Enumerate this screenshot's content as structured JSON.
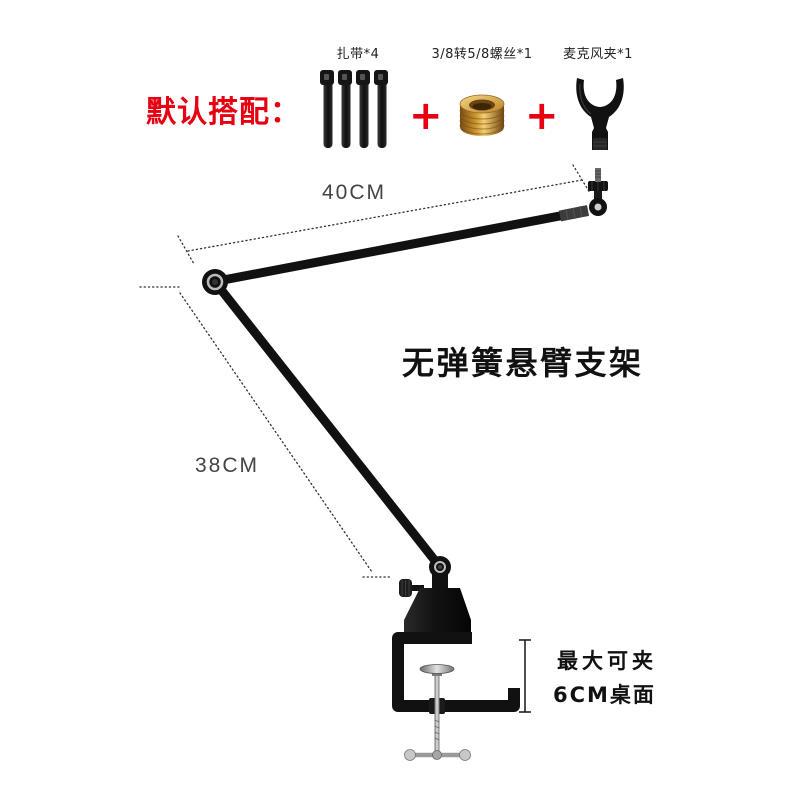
{
  "accessories": {
    "label": "默认搭配：",
    "plus": "+",
    "items": [
      {
        "name": "扎带*4",
        "icon": "cable-ties-icon"
      },
      {
        "name": "3/8转5/8螺丝*1",
        "icon": "screw-adapter-icon"
      },
      {
        "name": "麦克风夹*1",
        "icon": "mic-clip-icon"
      }
    ]
  },
  "dimensions": {
    "upper_arm": "40CM",
    "lower_arm": "38CM"
  },
  "product": {
    "title": "无弹簧悬臂支架"
  },
  "clamp": {
    "line1": "最大可夹",
    "line2": "6CM桌面"
  },
  "colors": {
    "accent": "#e60012",
    "arm": "#111111",
    "brass": "#c8952e",
    "dimension": "#444444"
  }
}
